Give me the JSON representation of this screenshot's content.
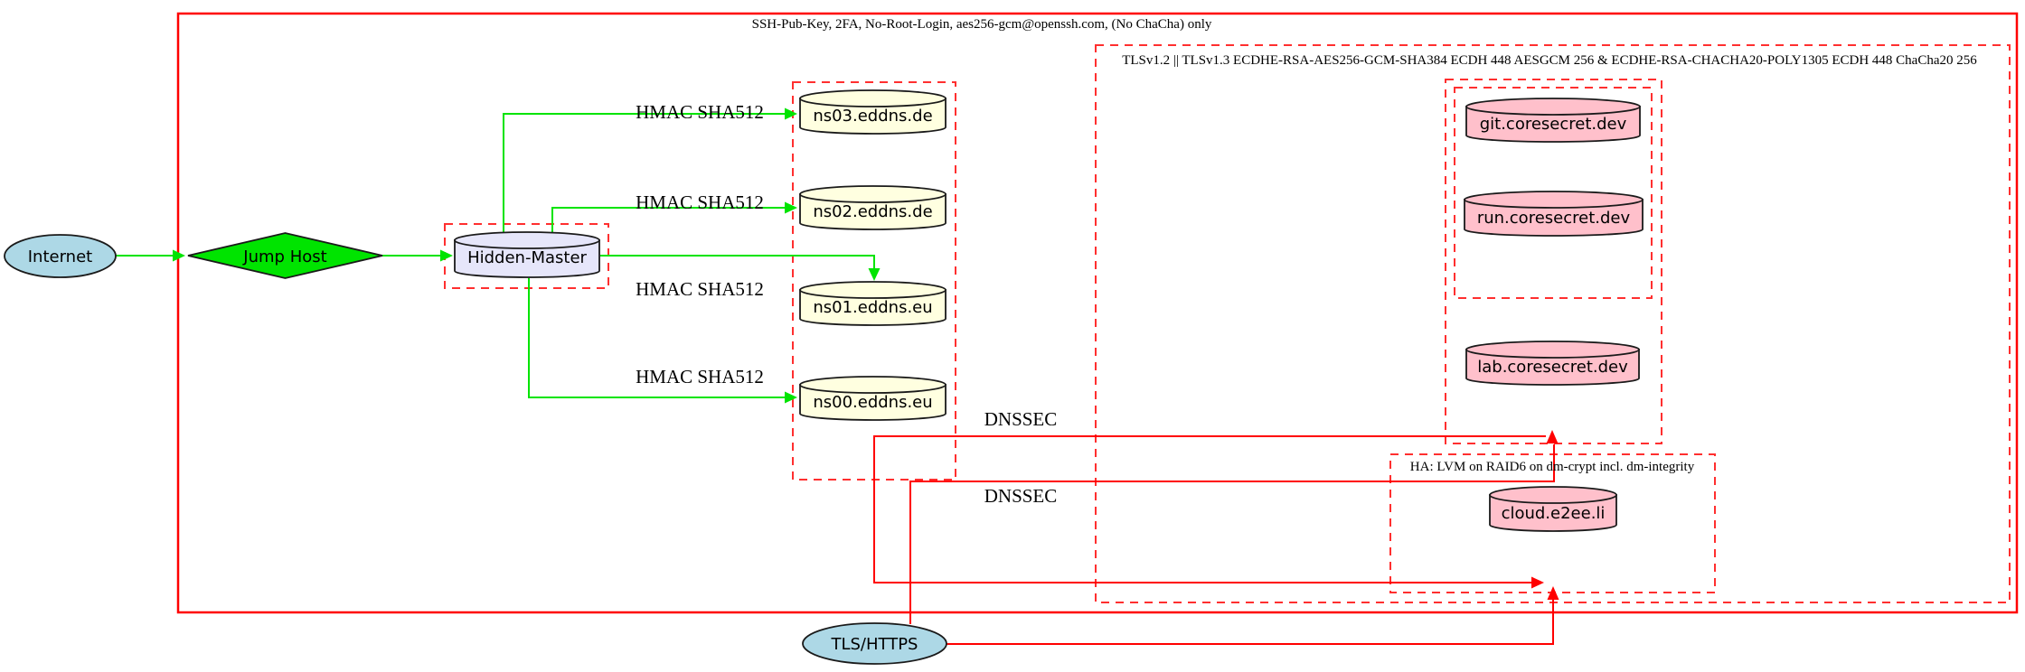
{
  "diagram": {
    "perimeter_label": "SSH-Pub-Key, 2FA, No-Root-Login, aes256-gcm@openssh.com, (No ChaCha) only",
    "tls_cluster_label": "TLSv1.2 || TLSv1.3 ECDHE-RSA-AES256-GCM-SHA384 ECDH 448 AESGCM 256 & ECDHE-RSA-CHACHA20-POLY1305 ECDH 448 ChaCha20 256",
    "ha_cluster_label": "HA: LVM on RAID6 on dm-crypt incl. dm-integrity"
  },
  "nodes": {
    "internet": "Internet",
    "jump_host": "Jump Host",
    "hidden_master": "Hidden-Master",
    "ns03": "ns03.eddns.de",
    "ns02": "ns02.eddns.de",
    "ns01": "ns01.eddns.eu",
    "ns00": "ns00.eddns.eu",
    "git": "git.coresecret.dev",
    "run": "run.coresecret.dev",
    "lab": "lab.coresecret.dev",
    "cloud": "cloud.e2ee.li",
    "tls_https": "TLS/HTTPS"
  },
  "edge_labels": {
    "hmac": "HMAC SHA512",
    "dnssec": "DNSSEC"
  },
  "colors": {
    "edge_green": "#00e400",
    "edge_red": "#ff0000",
    "cluster_border_red": "#ff2f2f",
    "node_lightblue": "#add8e6",
    "node_green": "#00e400",
    "node_lavender": "#e6e6fa",
    "node_lightyellow": "#ffffe0",
    "node_pink": "#ffc0cb",
    "node_border": "#1a1a1a",
    "text": "#000000",
    "background": "#ffffff"
  }
}
